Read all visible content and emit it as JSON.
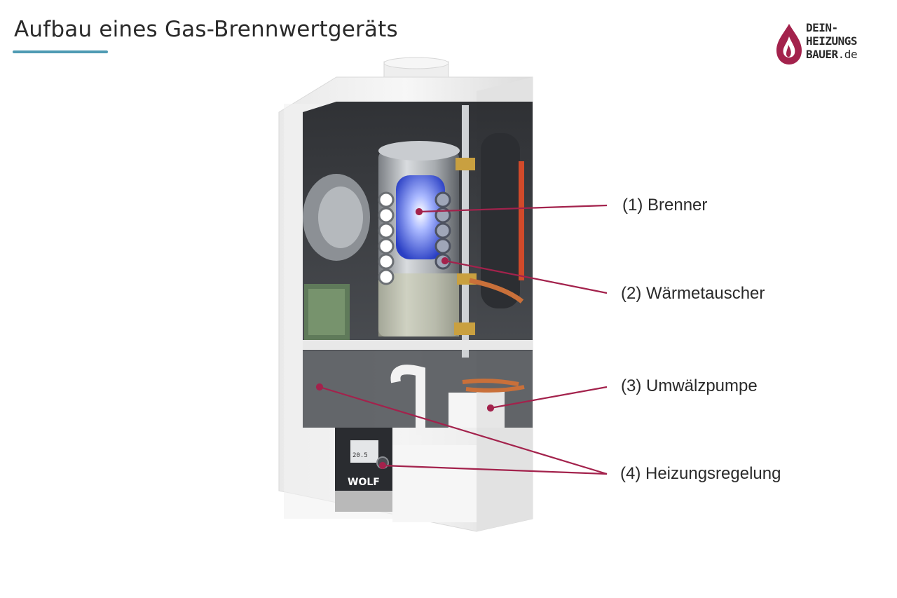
{
  "title": "Aufbau eines Gas-Brennwertgeräts",
  "colors": {
    "accent_underline": "#4f9bb3",
    "leader_line": "#a3224c",
    "brand": "#a3224c",
    "text": "#2a2a2a"
  },
  "logo": {
    "line1": "DEIN-",
    "line2": "HEIZUNGS",
    "line3": "BAUER",
    "line3_suffix": ".de",
    "icon": "flame-drop-icon"
  },
  "device": {
    "brand_badge": "WOLF",
    "display_readout": "20.5"
  },
  "labels": [
    {
      "id": "brenner",
      "text": "(1) Brenner"
    },
    {
      "id": "waermetauscher",
      "text": "(2) Wärmetauscher"
    },
    {
      "id": "umwaelzpumpe",
      "text": "(3) Umwälzpumpe"
    },
    {
      "id": "heizungsregelung",
      "text": "(4) Heizungsregelung"
    }
  ]
}
